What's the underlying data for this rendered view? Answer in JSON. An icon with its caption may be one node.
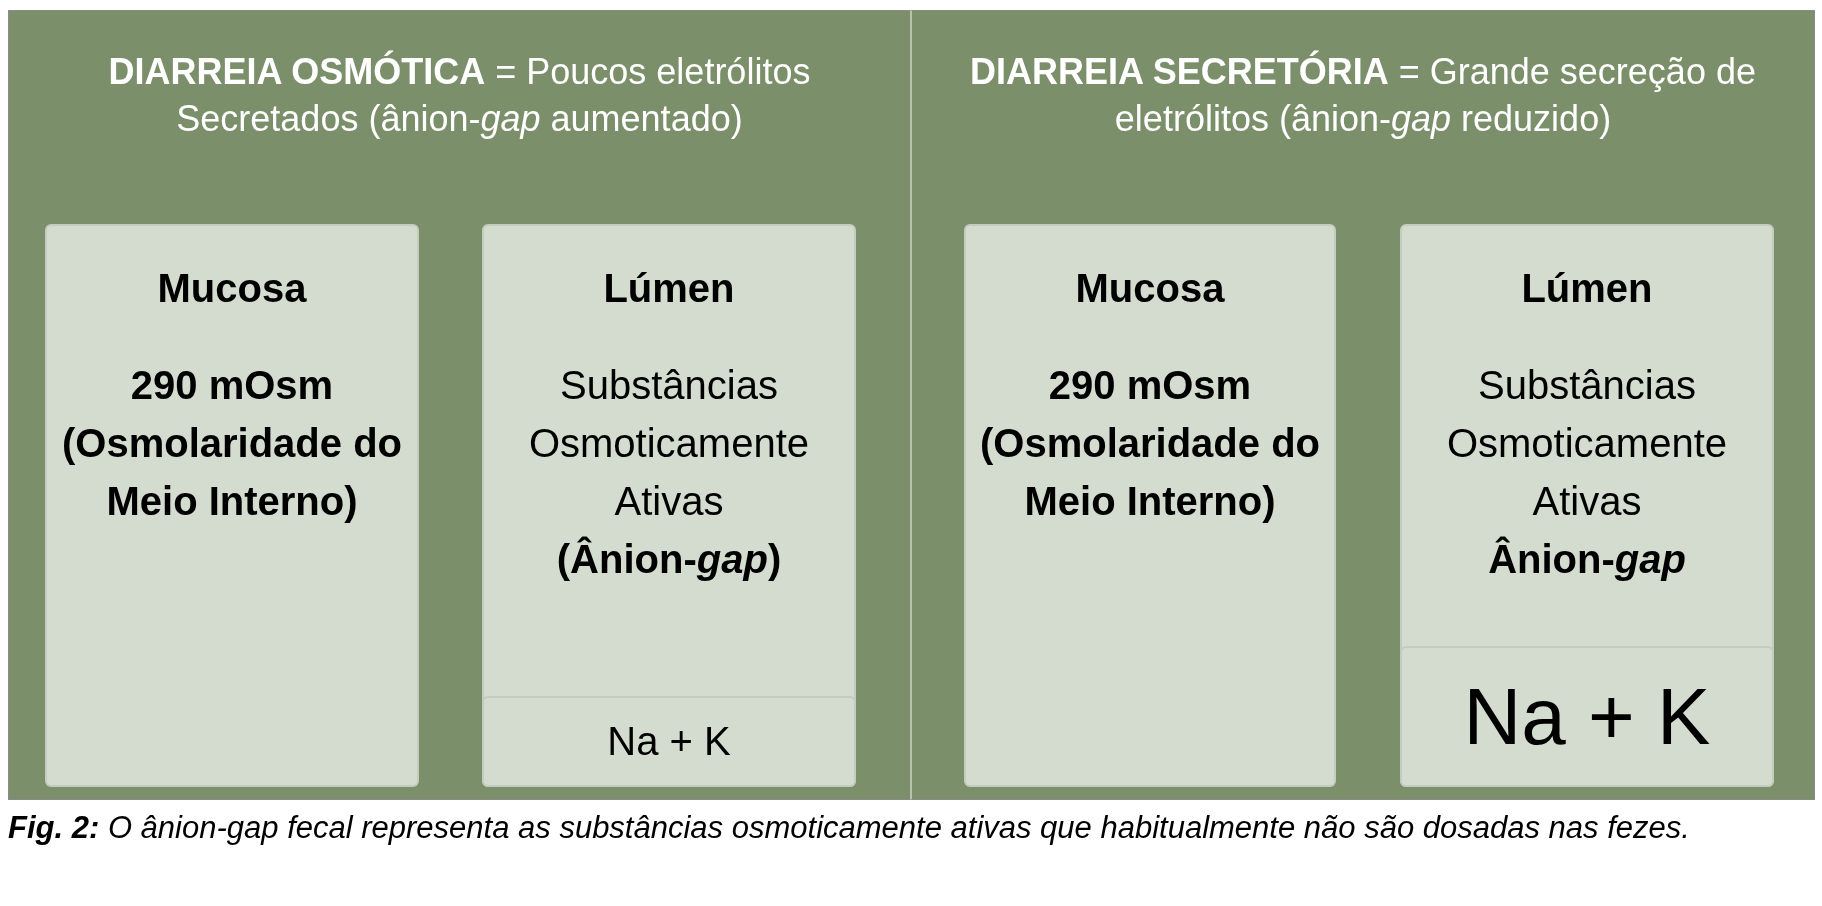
{
  "diagram": {
    "caption": "**Fig. 2:** O ânion-gap fecal representa as substâncias osmoticamente ativas que habitualmente não são dosadas nas fezes.",
    "nodes": [
      {
        "text": [
          "**DIARREIA OSMÓTICA** = Poucos eletrólitos Secretados (ânion-*gap* aumentado)"
        ]
      },
      {
        "text": [
          "Mucosa",
          "290 mOsm (Osmolaridade do Meio Interno)"
        ],
        "in": 0
      },
      {
        "text": [
          "Lúmen",
          "Substâncias Osmoticamente Ativas",
          "(Ânion-*gap*)"
        ],
        "in": 0
      },
      {
        "text": [
          "Na + K"
        ],
        "in": 2
      },
      {
        "text": [
          "**DIARREIA SECRETÓRIA** = Grande secreção de eletrólitos (ânion-*gap* reduzido)"
        ]
      },
      {
        "text": [
          "Mucosa",
          "290 mOsm (Osmolaridade do Meio Interno)"
        ],
        "in": 4
      },
      {
        "text": [
          "Lúmen",
          "Substâncias Osmoticamente Ativas",
          "Ânion-*gap*"
        ],
        "in": 4
      },
      {
        "text": [
          "Na + K"
        ],
        "in": 6
      }
    ],
    "edges": []
  }
}
